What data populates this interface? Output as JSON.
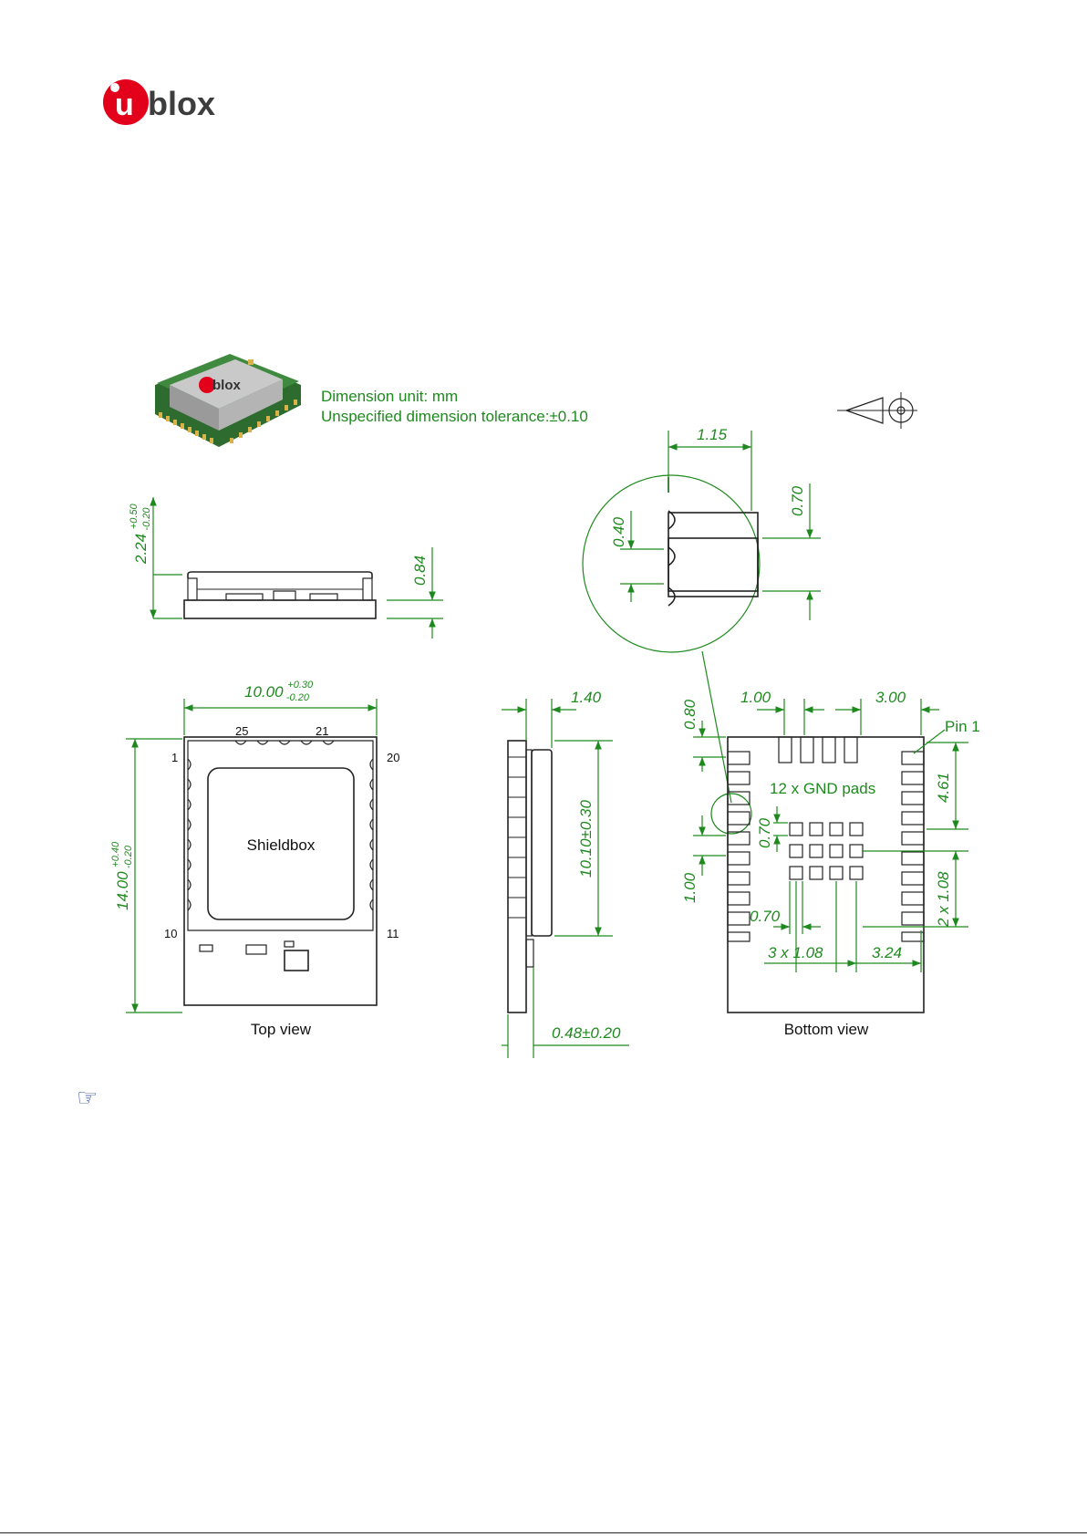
{
  "logo": {
    "text": "blox",
    "u": "u"
  },
  "dimension_info": {
    "unit_line": "Dimension unit: mm",
    "tolerance_line": "Unspecified dimension tolerance:±0.10"
  },
  "side_view": {
    "height_dim": "2.24",
    "height_tol_plus": "+0.50",
    "height_tol_minus": "-0.20",
    "pcb_dim": "0.84"
  },
  "top_view": {
    "width_dim": "10.00",
    "width_tol_plus": "+0.30",
    "width_tol_minus": "-0.20",
    "length_dim": "14.00",
    "length_tol_plus": "+0.40",
    "length_tol_minus": "-0.20",
    "shieldbox_label": "Shieldbox",
    "pin_labels": {
      "p1": "1",
      "p10": "10",
      "p11": "11",
      "p20": "20",
      "p21": "21",
      "p25": "25"
    },
    "caption": "Top view"
  },
  "edge_view": {
    "thickness_dim": "1.40",
    "shield_len_dim": "10.10±0.30",
    "pcb_dim": "0.48±0.20"
  },
  "detail_view": {
    "pad_pitch_dim": "1.15",
    "pad_width_dim": "0.70",
    "castellation_dim": "0.40"
  },
  "bottom_view": {
    "dim_080": "0.80",
    "dim_100_top": "1.00",
    "dim_300": "3.00",
    "pin1_label": "Pin 1",
    "gnd_label": "12 x GND pads",
    "dim_461": "4.61",
    "dim_070_vert": "0.70",
    "dim_100_left": "1.00",
    "dim_070_horiz": "0.70",
    "dim_2x108": "2 x 1.08",
    "dim_3x108": "3 x 1.08",
    "dim_324": "3.24",
    "caption": "Bottom view"
  },
  "note_icon": "pointing-hand-icon",
  "colors": {
    "dimension": "#1e8a1e",
    "outline": "#222222",
    "logo_red": "#e2001a",
    "note_icon": "#2d4a9a"
  }
}
